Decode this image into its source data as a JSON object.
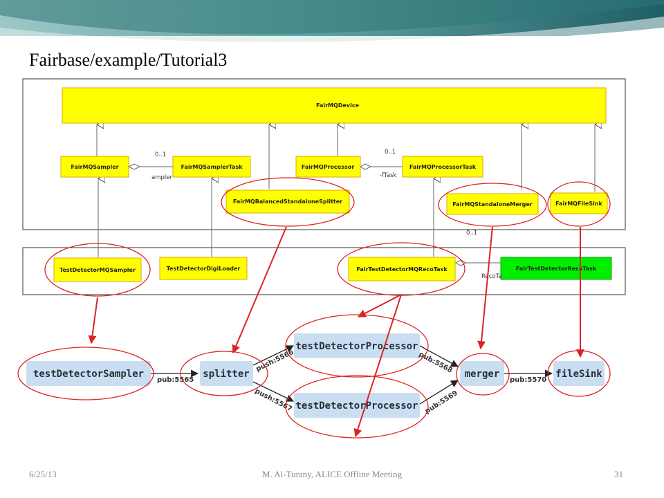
{
  "title": "Fairbase/example/Tutorial3",
  "uml": {
    "classes": {
      "device": "FairMQDevice",
      "sampler": "FairMQSampler",
      "sampler_task": "FairMQSamplerTask",
      "processor": "FairMQProcessor",
      "processor_task": "FairMQProcessorTask",
      "splitter": "FairMQBalancedStandaloneSplitter",
      "merger": "FairMQStandaloneMerger",
      "file_sink": "FairMQFileSink",
      "test_sampler": "TestDetectorMQSampler",
      "digi_loader": "TestDetectorDigiLoader",
      "reco_task_mq": "FairTestDetectorMQRecoTask",
      "reco_task": "FairTestDetectorRecoTask"
    },
    "multiplicities": {
      "sampler_task": "0..1",
      "processor_task": "0..1",
      "merger_below": "0..1"
    },
    "role_labels": {
      "sampler_role": "ampler",
      "processor_role": "-fTask",
      "reco_role": "RecoTa"
    },
    "colors": {
      "class_fill": "#ffff00",
      "class_border": "#d8a800",
      "reco_fill": "#00ee00",
      "highlight_ellipse": "#dd2222",
      "arrow": "#dd2222"
    }
  },
  "graph": {
    "nodes": {
      "sampler": "testDetectorSampler",
      "splitter": "splitter",
      "processor_top": "testDetectorProcessor",
      "processor_bottom": "testDetectorProcessor",
      "merger": "merger",
      "sink": "fileSink"
    },
    "edges": {
      "sampler_splitter": "pub:5565",
      "splitter_proc_top": "push:5566",
      "splitter_proc_bottom": "push:5567",
      "proc_top_merger": "pub:5568",
      "proc_bottom_merger": "pub:5569",
      "merger_sink": "pub:5570"
    },
    "node_fill": "#c9def2"
  },
  "footer": {
    "date": "6/25/13",
    "presenter": "M. Al-Turany,  ALICE Offline Meeting",
    "page": "31"
  }
}
